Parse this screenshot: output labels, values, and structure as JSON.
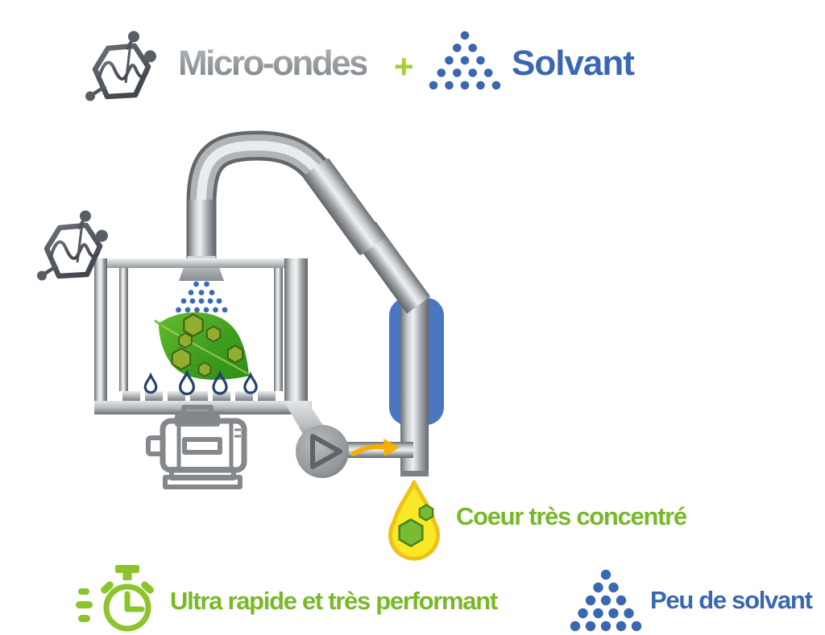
{
  "header": {
    "microwave_label": "Micro-ondes",
    "plus_sign": "+",
    "solvent_label": "Solvant"
  },
  "annotations": {
    "concentrate_label": "Coeur très concentré",
    "speed_label": "Ultra rapide et très performant",
    "low_solvent_label": "Peu de solvant"
  },
  "icons": {
    "microwave_icon": "hexagon-molecule-with-microwave-signal",
    "solvent_icon": "triangle-of-blue-dots",
    "speed_icon": "stopwatch-with-speed-lines",
    "diagram_parts": [
      "feed-pipe",
      "shower-funnel",
      "extraction-vessel",
      "leaf-with-active-hexagons",
      "solvent-spray",
      "extract-water-drops",
      "filter-grate",
      "motor",
      "pump",
      "flow-arrow",
      "condenser",
      "outlet-pipe",
      "concentrated-extract-drop"
    ]
  },
  "colors": {
    "green_text": "#79b829",
    "blue_text": "#3a67b1",
    "plus_green": "#a6ce39",
    "gray_text_top": "#b0b5b9",
    "gray_text_bottom": "#7e8387",
    "dot_blue": "#3a6ab5",
    "condenser_blue": "#4b76c0",
    "drop_yellow": "#f9e825",
    "drop_yellow_outline": "#eec21b",
    "leaf_green_dark": "#2f8f15",
    "leaf_green_light": "#66bb2e",
    "leaf_hexagon_green": "#8fb02e",
    "water_drop_navy": "#23406e",
    "arrow_yellow": "#f5af00",
    "stopwatch_green": "#8cc42c",
    "metal_light": "#eff0f1",
    "metal_dark": "#63676b"
  }
}
